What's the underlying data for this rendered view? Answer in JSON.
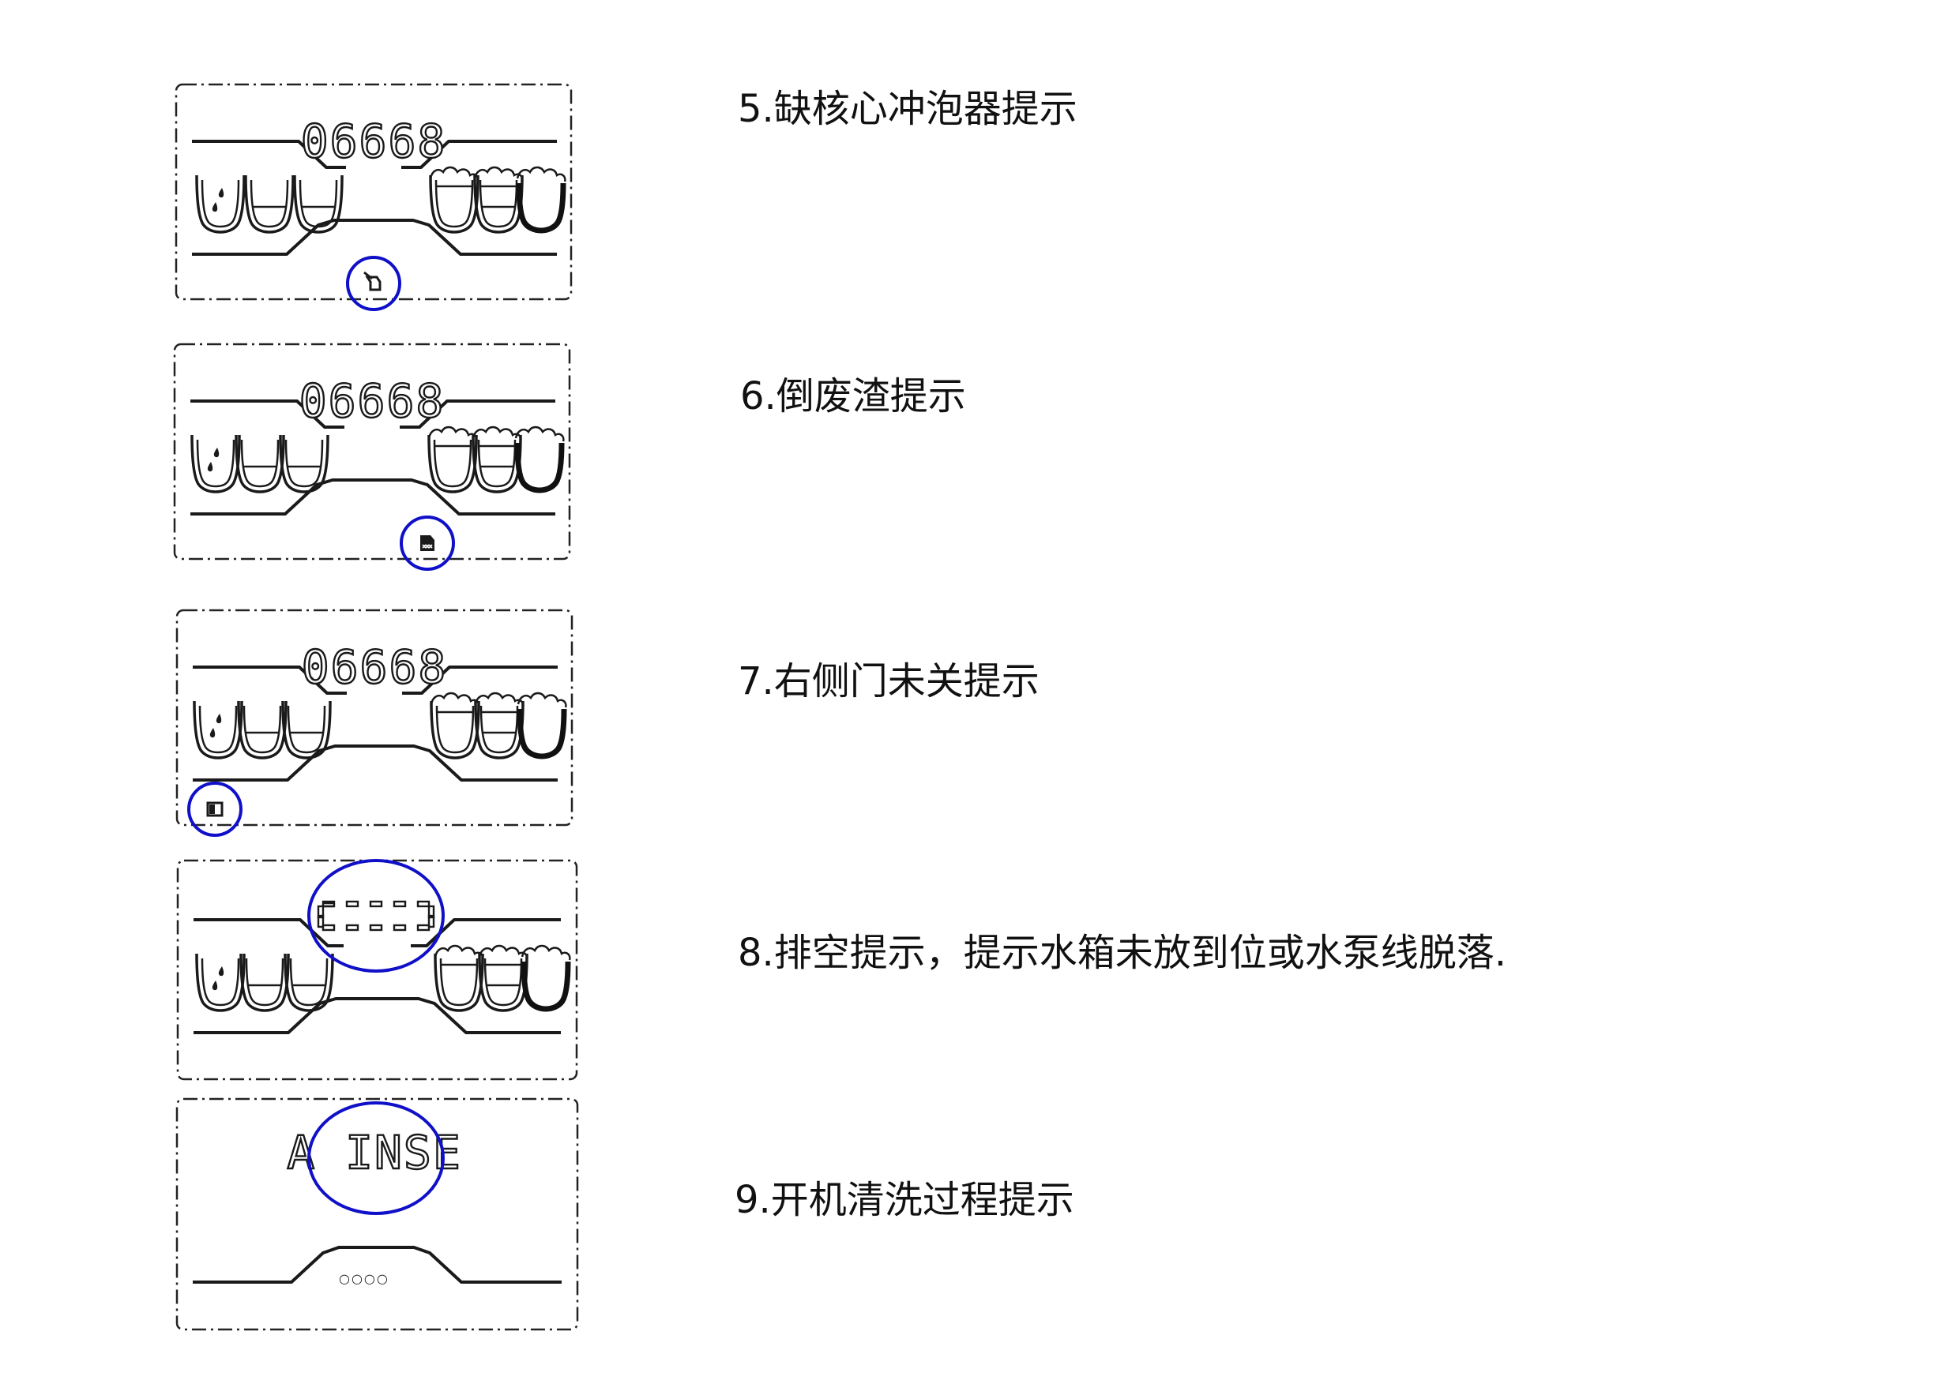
{
  "display": {
    "counter": "06668",
    "rinse_text": "A INSE",
    "dots": "○○○○"
  },
  "items": [
    {
      "caption": "5.缺核心冲泡器提示",
      "indicator": "brewer-missing-icon"
    },
    {
      "caption": "6.倒废渣提示",
      "indicator": "waste-bin-icon"
    },
    {
      "caption": "7.右侧门未关提示",
      "indicator": "side-door-icon"
    },
    {
      "caption": "8.排空提示，提示水箱未放到位或水泵线脱落.",
      "indicator": "dash-display"
    },
    {
      "caption": "9.开机清洗过程提示",
      "indicator": "rinse-display"
    }
  ],
  "colors": {
    "highlight": "#1010c8",
    "line": "#1a1a1a"
  }
}
